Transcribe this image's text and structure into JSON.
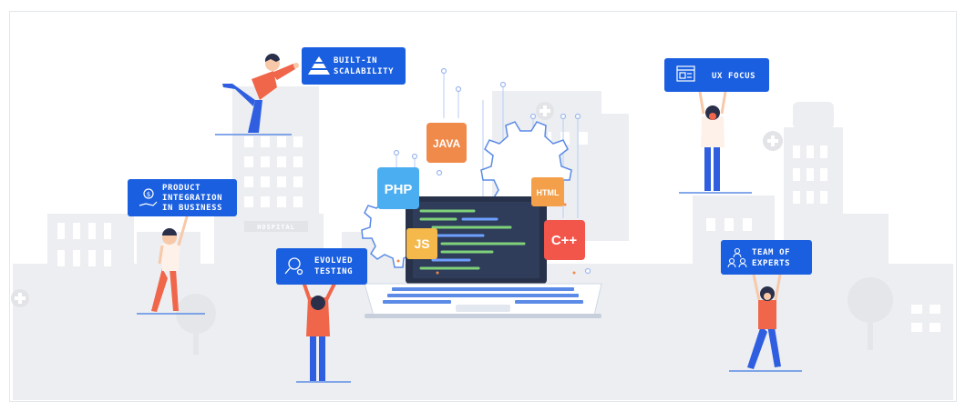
{
  "colors": {
    "background": "#ffffff",
    "frame": "#e3e6ea",
    "city": "#eceef1",
    "ground": "#e5e7ea",
    "badge_blue": "#1a5fe0",
    "java_orange": "#f08a4b",
    "php_blue": "#4aaef0",
    "html_orange": "#f4a04a",
    "js_yellow": "#f5b84a",
    "cpp_red": "#f2554a",
    "gear_blue": "#5b8be6",
    "shirt_orange": "#f0664a",
    "pants_blue": "#2f5fe0"
  },
  "labels": {
    "scalability": [
      "BUILT-IN",
      "SCALABILITY"
    ],
    "integration": [
      "PRODUCT",
      "INTEGRATION",
      "IN BUSINESS"
    ],
    "testing": [
      "EVOLVED",
      "TESTING"
    ],
    "ux": [
      "UX FOCUS"
    ],
    "team": [
      "TEAM OF",
      "EXPERTS"
    ]
  },
  "icons": {
    "scalability": "pyramid-icon",
    "integration": "money-hand-icon",
    "testing": "magnifier-bug-icon",
    "ux": "browser-layout-icon",
    "team": "team-people-icon"
  },
  "languages": {
    "java": "JAVA",
    "php": "PHP",
    "html": "HTML",
    "js": "JS",
    "cpp": "C++"
  },
  "building_sign": "HOSPITAL"
}
